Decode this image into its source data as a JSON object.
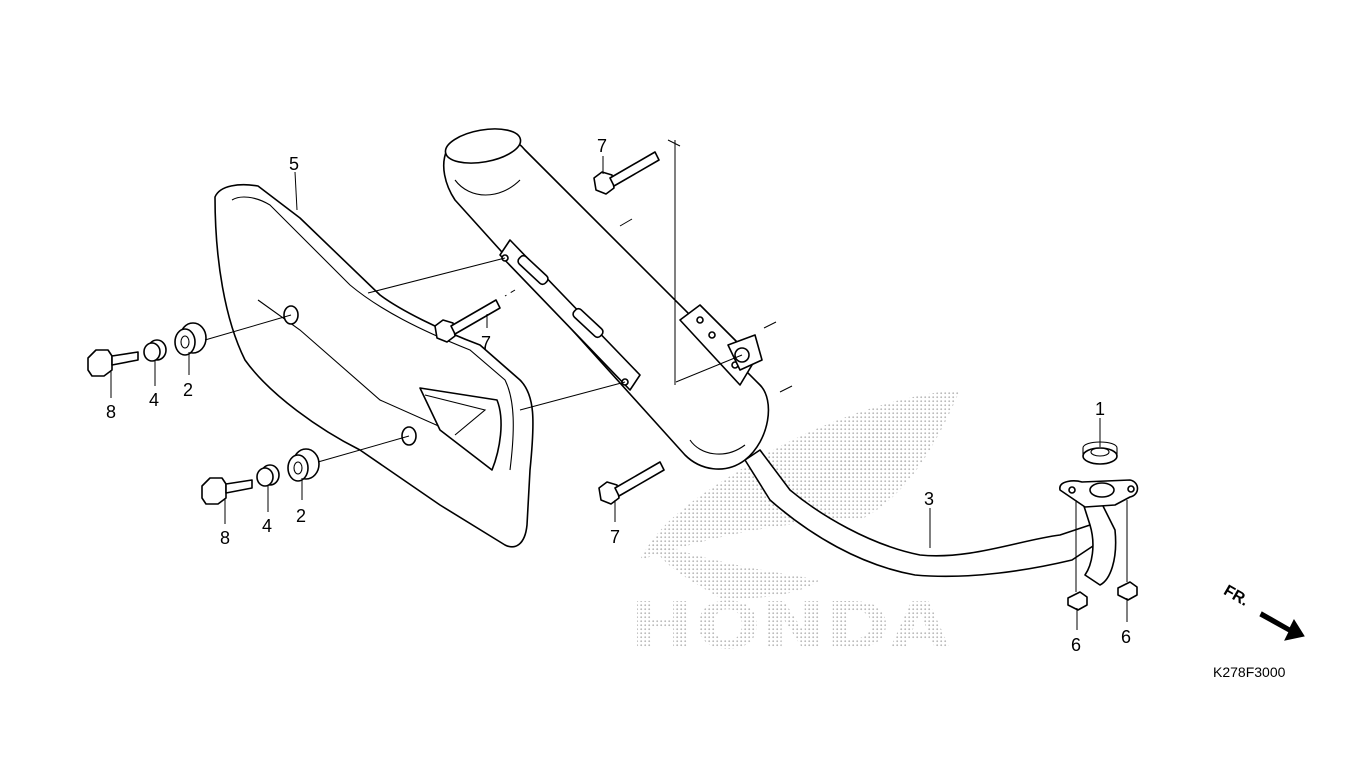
{
  "callouts": {
    "p1": "1",
    "p2a": "2",
    "p2b": "2",
    "p3": "3",
    "p4a": "4",
    "p4b": "4",
    "p5": "5",
    "p6a": "6",
    "p6b": "6",
    "p7a": "7",
    "p7b": "7",
    "p7c": "7",
    "p8a": "8",
    "p8b": "8"
  },
  "diagram_code": "K278F3000",
  "direction_label": "FR.",
  "watermark_text": "HONDA",
  "colors": {
    "line": "#000000",
    "background": "#ffffff",
    "watermark_dots": "#b8b8b8"
  }
}
